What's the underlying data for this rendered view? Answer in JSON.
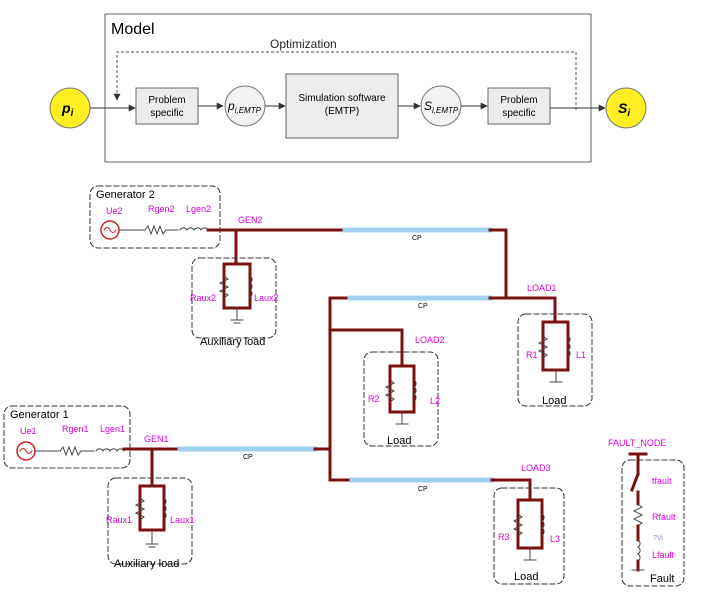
{
  "model": {
    "title": "Model",
    "optimization_label": "Optimization",
    "input_label": "p",
    "input_sub": "i",
    "problem_specific_left": [
      "Problem",
      "specific"
    ],
    "p_emtp_label": "p",
    "p_emtp_sub": "i,EMTP",
    "simulation_label": [
      "Simulation software",
      "(EMTP)"
    ],
    "s_emtp_label": "S",
    "s_emtp_sub": "i,EMTP",
    "problem_specific_right": [
      "Problem",
      "specific"
    ],
    "output_label": "S",
    "output_sub": "i"
  },
  "circuit": {
    "generator2": {
      "title": "Generator 2",
      "source": "Ue2",
      "resistor": "Rgen2",
      "inductor": "Lgen2"
    },
    "generator1": {
      "title": "Generator 1",
      "source": "Ue1",
      "resistor": "Rgen1",
      "inductor": "Lgen1"
    },
    "aux_load2": {
      "title": "Auxiliary load",
      "resistor": "Raux2",
      "inductor": "Laux2"
    },
    "aux_load1": {
      "title": "Auxiliary load",
      "resistor": "Raux1",
      "inductor": "Laux1"
    },
    "nodes": {
      "gen2": "GEN2",
      "gen1": "GEN1",
      "load1": "LOAD1",
      "load2": "LOAD2",
      "load3": "LOAD3",
      "fault_node": "FAULT_NODE"
    },
    "cable_label": "CP",
    "load1": {
      "title": "Load",
      "resistor": "R1",
      "inductor": "L1"
    },
    "load2": {
      "title": "Load",
      "resistor": "R2",
      "inductor": "L2"
    },
    "load3": {
      "title": "Load",
      "resistor": "R3",
      "inductor": "L3"
    },
    "fault": {
      "title": "Fault",
      "switch": "tfault",
      "resistor": "Rfault",
      "inductor": "Lfault",
      "inductor_tag": "?Vi"
    },
    "colors": {
      "wire": "#7a1010",
      "cable": "#9fd0ee",
      "label": "#e000e0",
      "source": "#d02020"
    }
  }
}
